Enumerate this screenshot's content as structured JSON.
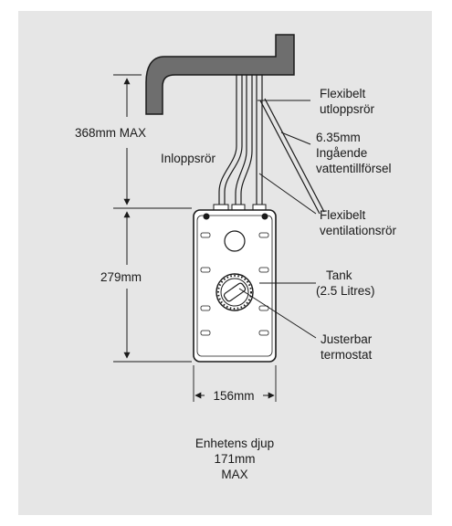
{
  "labels": {
    "height_max": "368mm MAX",
    "height_tank": "279mm",
    "width": "156mm",
    "inlet": "Inloppsrör",
    "outlet_line1": "Flexibelt",
    "outlet_line2": "utloppsrör",
    "supply_line1": "6.35mm",
    "supply_line2": "Ingående",
    "supply_line3": "vattentillförsel",
    "vent_line1": "Flexibelt",
    "vent_line2": "ventilationsrör",
    "tank_line1": "Tank",
    "tank_line2": "(2.5 Litres)",
    "thermostat_line1": "Justerbar",
    "thermostat_line2": "termostat",
    "depth_line1": "Enhetens djup",
    "depth_line2": "171mm",
    "depth_line3": "MAX"
  },
  "colors": {
    "background": "#e6e6e6",
    "faucet": "#6e6e6e",
    "tank_body": "#ffffff",
    "lines": "#1a1a1a"
  }
}
